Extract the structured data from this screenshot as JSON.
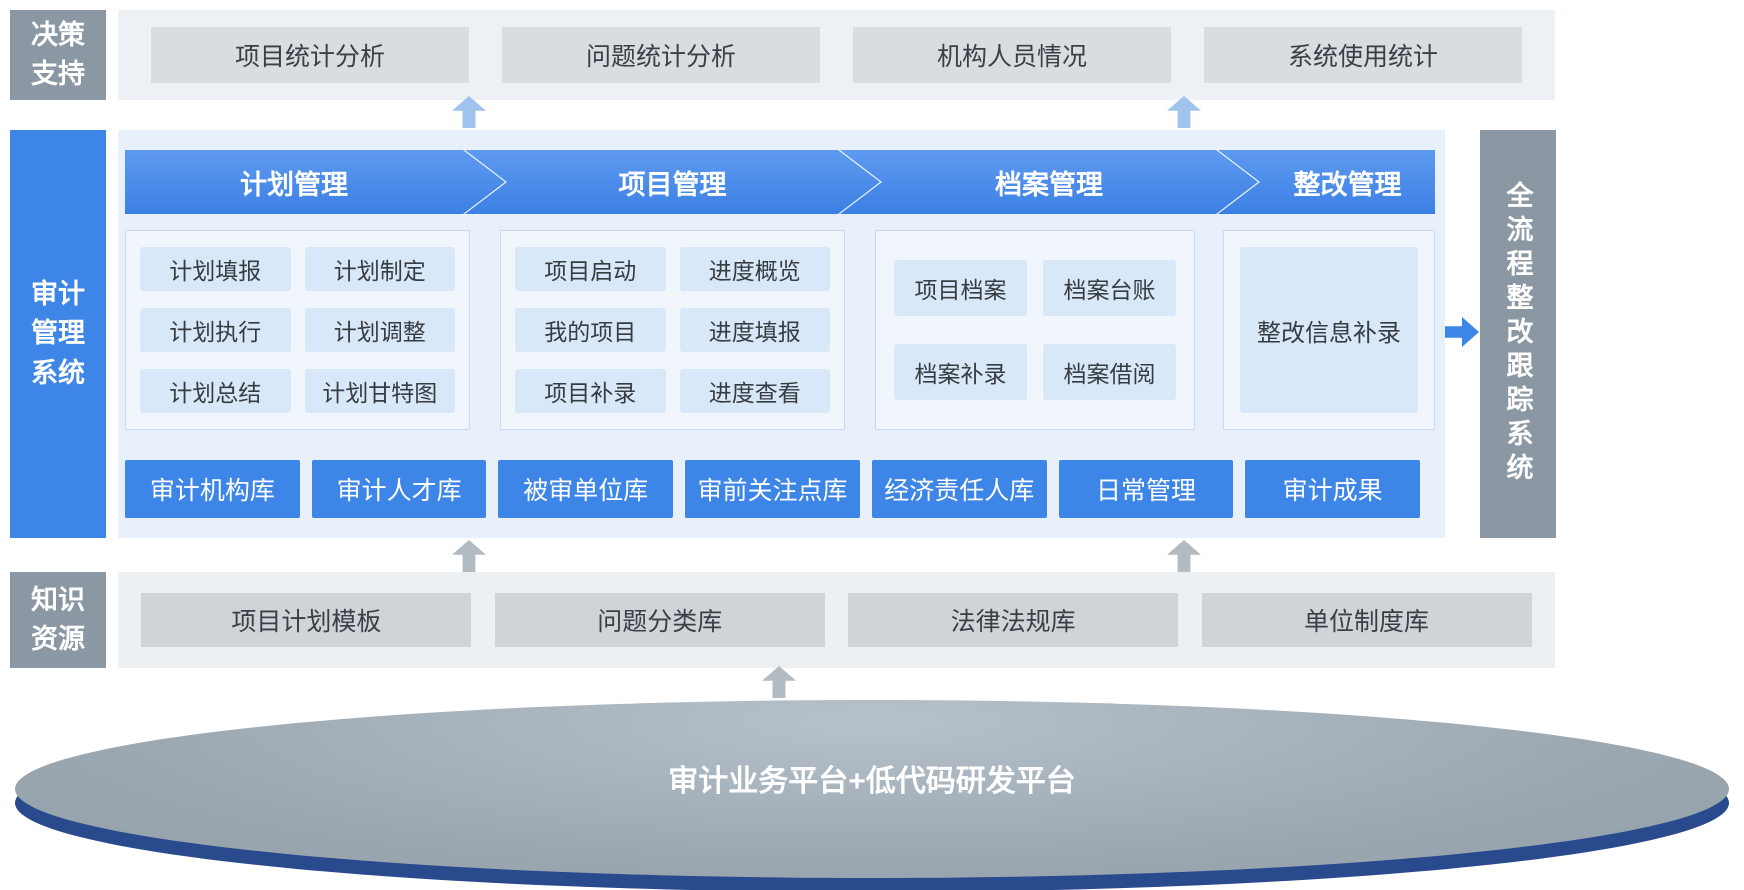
{
  "colors": {
    "primary_blue": "#3d86e8",
    "panel_light_blue": "#e8f1fb",
    "item_light_blue": "#d9e8f8",
    "side_label_gray": "#8b97a3",
    "band_gray": "#edf0f4",
    "decision_box_gray": "#d9dde1",
    "knowledge_box_gray": "#ced4d8",
    "platform_gray": "#9aa6b0",
    "platform_rim_blue": "#2a4a8e"
  },
  "decision_support": {
    "label": "决策支持",
    "items": [
      "项目统计分析",
      "问题统计分析",
      "机构人员情况",
      "系统使用统计"
    ]
  },
  "audit_system": {
    "label": "审计管理系统",
    "columns": [
      {
        "header": "计划管理",
        "items": [
          "计划填报",
          "计划制定",
          "计划执行",
          "计划调整",
          "计划总结",
          "计划甘特图"
        ]
      },
      {
        "header": "项目管理",
        "items": [
          "项目启动",
          "进度概览",
          "我的项目",
          "进度填报",
          "项目补录",
          "进度查看"
        ]
      },
      {
        "header": "档案管理",
        "items": [
          "项目档案",
          "档案台账",
          "档案补录",
          "档案借阅"
        ]
      },
      {
        "header": "整改管理",
        "items": [
          "整改信息补录"
        ]
      }
    ],
    "library_row": [
      "审计机构库",
      "审计人才库",
      "被审单位库",
      "审前关注点库",
      "经济责任人库",
      "日常管理",
      "审计成果"
    ]
  },
  "tracking_system": {
    "label": "全流程整改跟踪系统"
  },
  "knowledge": {
    "label": "知识资源",
    "items": [
      "项目计划模板",
      "问题分类库",
      "法律法规库",
      "单位制度库"
    ]
  },
  "platform": {
    "label": "审计业务平台+低代码研发平台"
  }
}
